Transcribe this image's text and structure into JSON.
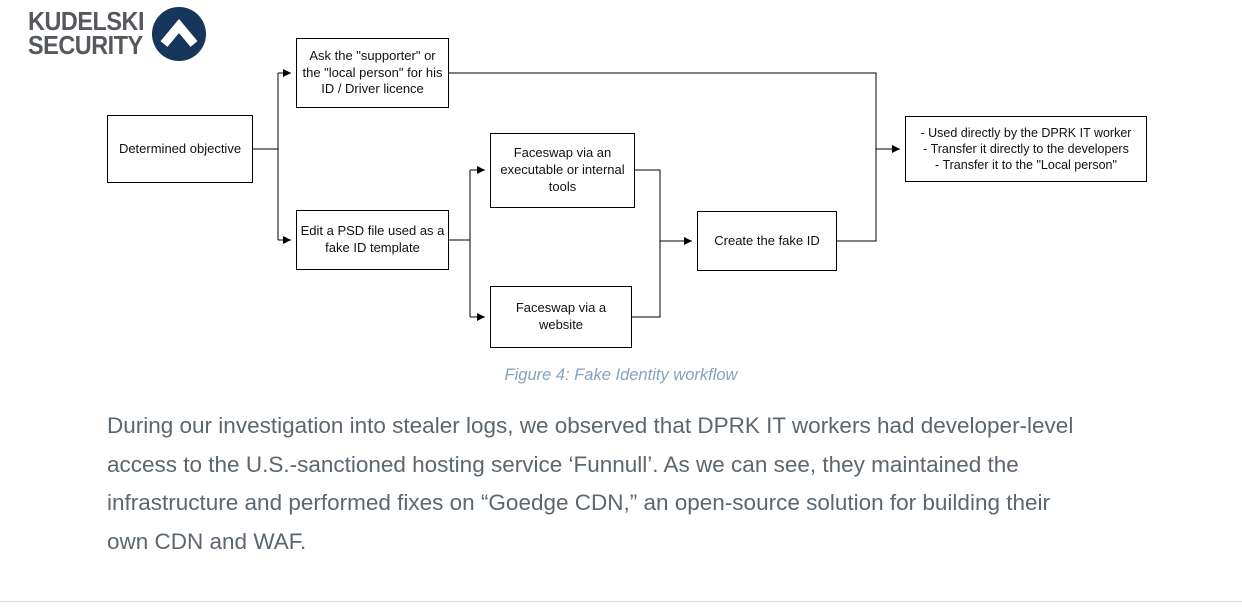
{
  "logo": {
    "line1": "KUDELSKI",
    "line2": "SECURITY"
  },
  "diagram": {
    "nodes": {
      "objective": "Determined objective",
      "ask_supporter": "Ask the \"supporter\" or the \"local person\" for his ID / Driver licence",
      "edit_psd": "Edit a PSD file used as a fake ID template",
      "faceswap_tools": "Faceswap via an executable or internal tools",
      "faceswap_website": "Faceswap via a website",
      "create_fake_id": "Create the fake ID",
      "outcomes": [
        "- Used directly by the DPRK IT worker",
        "- Transfer it directly to the developers",
        "- Transfer it to the \"Local person\""
      ]
    }
  },
  "caption": "Figure 4: Fake Identity workflow",
  "paragraph": "During our investigation into stealer logs, we observed that DPRK IT workers had developer-level access to the U.S.-sanctioned hosting service ‘Funnull’. As we can see, they maintained the infrastructure and performed fixes on “Goedge CDN,” an open-source solution for building their own CDN and WAF.",
  "colors": {
    "caption_text": "#84a2c0",
    "body_text": "#5c666f",
    "logo_text": "#55585c",
    "logo_mark": "#16365c",
    "connector": "#000000",
    "node_border": "#000000"
  }
}
